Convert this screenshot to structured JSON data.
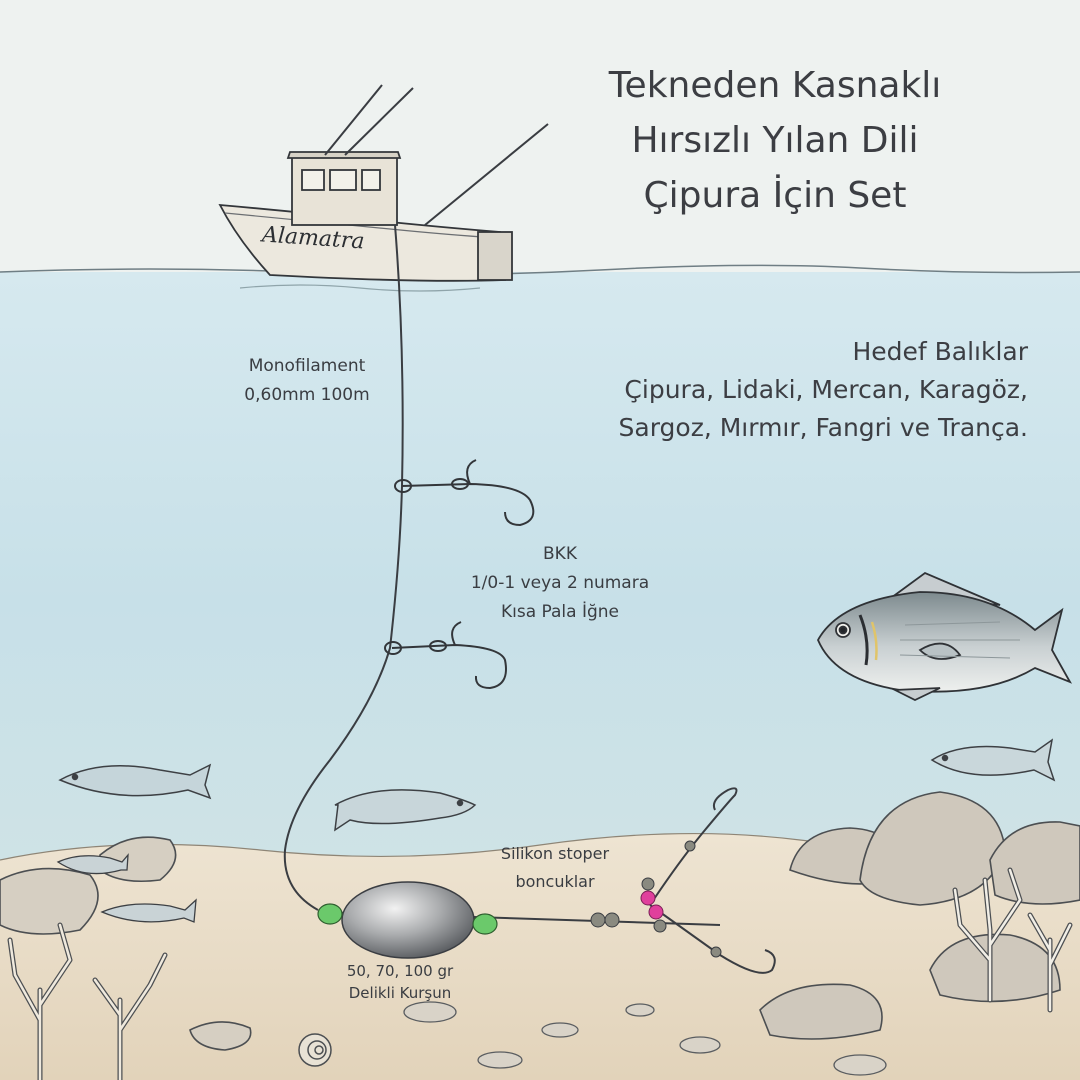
{
  "title": {
    "line1": "Tekneden Kasnaklı",
    "line2": "Hırsızlı Yılan Dili",
    "line3": "Çipura İçin Set"
  },
  "boat": {
    "name": "Alamatra"
  },
  "target_fish": {
    "heading": "Hedef Balıklar",
    "line1": "Çipura, Lidaki, Mercan, Karagöz,",
    "line2": "Sargoz, Mırmır, Fangri ve Trança."
  },
  "labels": {
    "line_line1": "Monofilament",
    "line_line2": "0,60mm 100m",
    "hook_line1": "BKK",
    "hook_line2": "1/0-1 veya 2 numara",
    "hook_line3": "Kısa Pala İğne",
    "stopper_line1": "Silikon stoper",
    "stopper_line2": "boncuklar",
    "sinker_line1": "50, 70, 100 gr",
    "sinker_line2": "Delikli Kurşun"
  },
  "colors": {
    "sky": "#eef1ef",
    "water_top": "#d3e8ef",
    "water_bottom": "#c2dde6",
    "sand": "#eadfcc",
    "ink": "#3a3d42",
    "bead_green": "#6bc96b",
    "bead_pink": "#e0409c",
    "bead_gray": "#8a8a80"
  }
}
